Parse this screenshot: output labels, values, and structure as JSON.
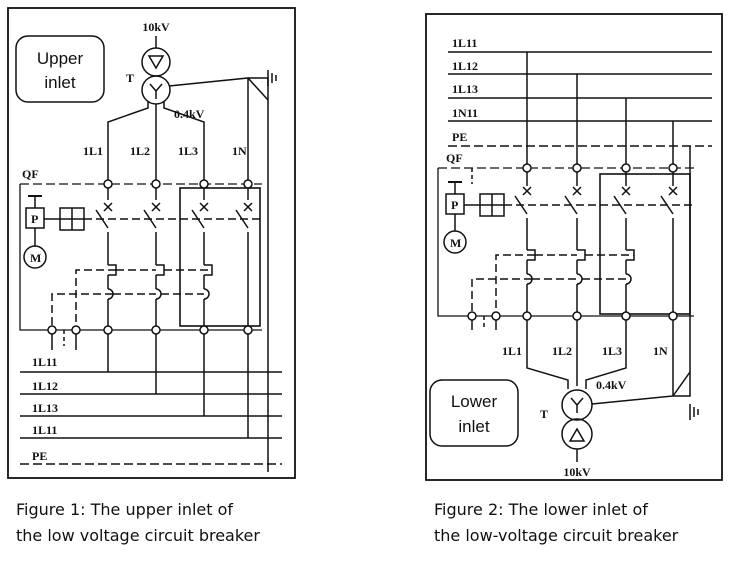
{
  "figure1": {
    "inlet_label_line1": "Upper",
    "inlet_label_line2": "inlet",
    "hv_label": "10kV",
    "transformer_label": "T",
    "lv_label": "0.4kV",
    "phase_labels": [
      "1L1",
      "1L2",
      "1L3",
      "1N"
    ],
    "breaker_label": "QF",
    "p_label": "P",
    "motor_label": "M",
    "bus_labels": [
      "1L11",
      "1L12",
      "1L13",
      "1L11",
      "PE"
    ],
    "caption_line1": "Figure 1: The upper inlet of",
    "caption_line2": "the low voltage circuit breaker"
  },
  "figure2": {
    "inlet_label_line1": "Lower",
    "inlet_label_line2": "inlet",
    "hv_label": "10kV",
    "transformer_label": "T",
    "lv_label": "0.4kV",
    "phase_labels": [
      "1L1",
      "1L2",
      "1L3",
      "1N"
    ],
    "breaker_label": "QF",
    "p_label": "P",
    "motor_label": "M",
    "bus_labels": [
      "1L11",
      "1L12",
      "1L13",
      "1N11",
      "PE"
    ],
    "caption_line1": "Figure 2: The lower inlet of",
    "caption_line2": "the low-voltage circuit breaker"
  }
}
